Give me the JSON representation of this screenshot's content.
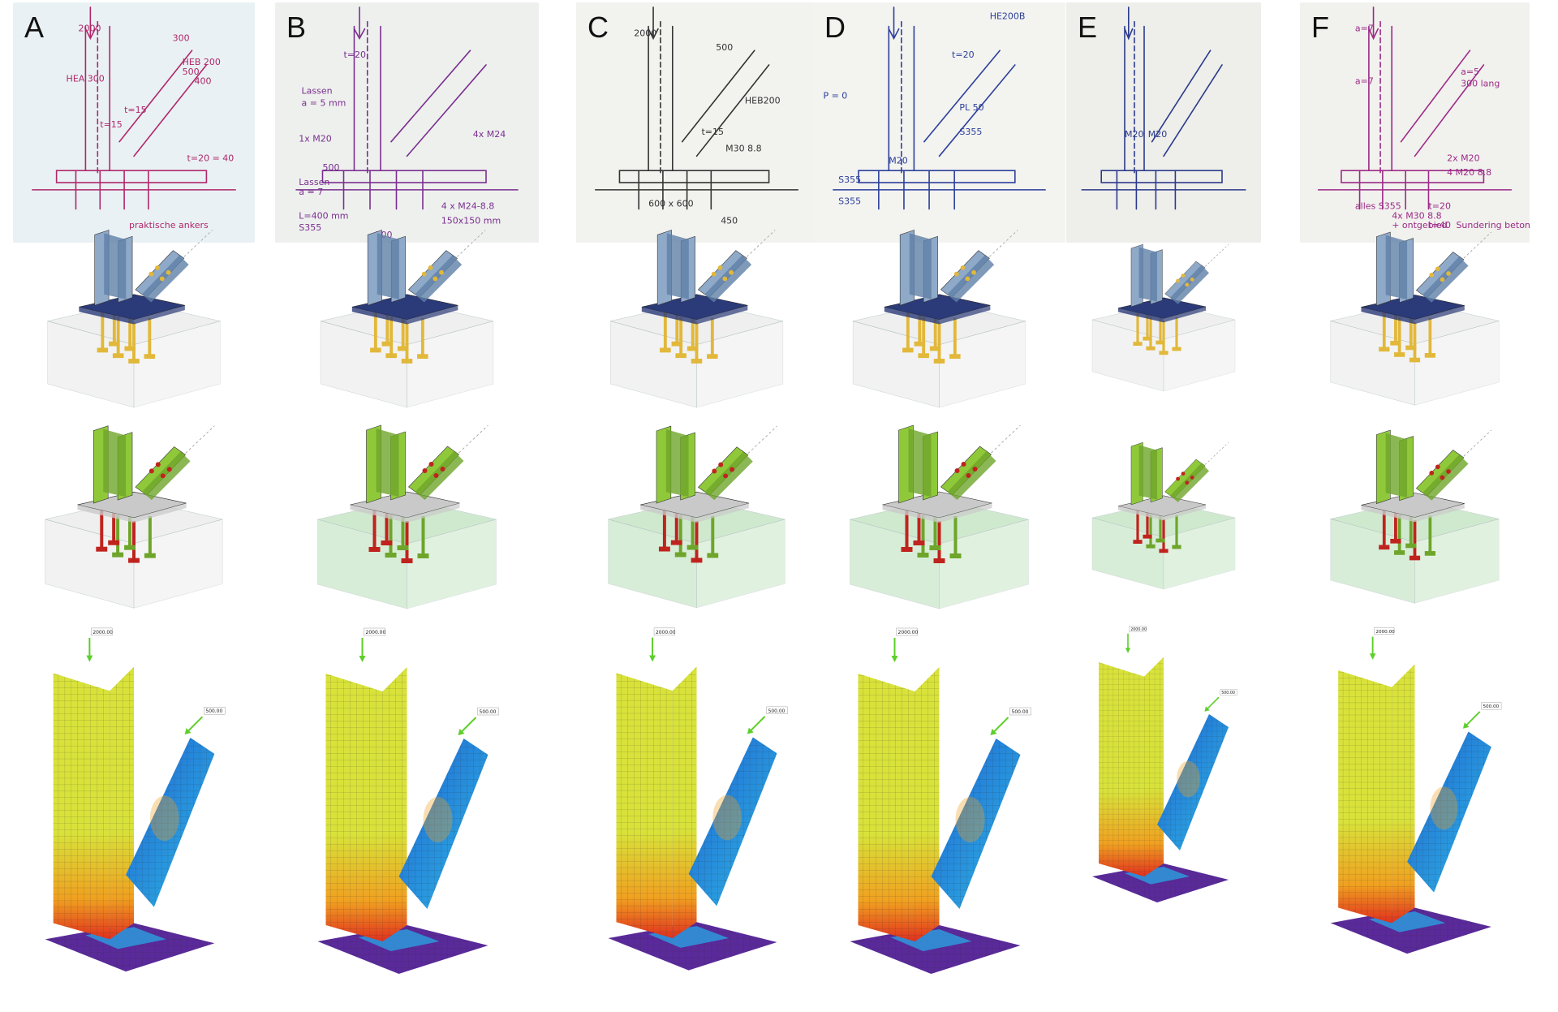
{
  "columns": [
    {
      "letter": "A",
      "sketch": {
        "paper": "#e9f1f4",
        "ink": "#b0276a",
        "notes": [
          "2000",
          "300",
          "HEA 300",
          "HEB 200",
          "500",
          "400",
          "t=15",
          "t=15",
          "t=20 = 40",
          "praktische ankers"
        ]
      },
      "fem": {
        "loads": [
          "2000.00",
          "500.00"
        ]
      }
    },
    {
      "letter": "B",
      "sketch": {
        "paper": "#eef0ee",
        "ink": "#7a2f8f",
        "notes": [
          "t=20",
          "Lassen",
          "a = 5 mm",
          "4x M24",
          "1x M20",
          "500",
          "Lassen",
          "a = 7",
          "L=400 mm",
          "S355",
          "4 x M24-8.8",
          "150x150 mm",
          "500"
        ]
      },
      "fem": {
        "loads": [
          "2000.00",
          "500.00"
        ]
      }
    },
    {
      "letter": "C",
      "sketch": {
        "paper": "#f2f2ef",
        "ink": "#333333",
        "notes": [
          "2000",
          "500",
          "HEB200",
          "t=15",
          "M30 8.8",
          "600 x 600",
          "450"
        ]
      },
      "fem": {
        "loads": [
          "2000.00",
          "500.00"
        ]
      }
    },
    {
      "letter": "D",
      "sketch": {
        "paper": "#f3f3f0",
        "ink": "#2c3f9a",
        "notes": [
          "P = 0",
          "HE200B",
          "t=20",
          "S355",
          "PL 50",
          "M20",
          "S355",
          "S355"
        ]
      },
      "fem": {
        "loads": [
          "2000.00",
          "500.00"
        ]
      }
    },
    {
      "letter": "E",
      "sketch": {
        "paper": "#eeeeea",
        "ink": "#2b3a8c",
        "notes": [
          "M20",
          "M20"
        ]
      },
      "fem": {
        "loads": [
          "2000.00",
          "500.00"
        ]
      }
    },
    {
      "letter": "F",
      "sketch": {
        "paper": "#f1f1ee",
        "ink": "#9c2a86",
        "notes": [
          "a=7",
          "a=7",
          "a=5",
          "300 lang",
          "2x M20",
          "4 M20 8.8",
          "t=20",
          "t=40",
          "alles S355",
          "4x M30 8.8",
          "+ ontgebied",
          "Sundering beton"
        ]
      },
      "fem": {
        "loads": [
          "2000.00",
          "500.00"
        ]
      }
    }
  ],
  "colors": {
    "render_blue": "#8fa9c9",
    "render_blue_dark": "#5f7fa8",
    "render_plate": "#2b3a78",
    "render_anchor": "#e2b83a",
    "render_block": "#e3e3e3",
    "check_green": "#8fc93a",
    "check_green_dark": "#6ea52a",
    "check_grey": "#c9c9c9",
    "check_block_green": "#a8d8a8",
    "check_anchor_red": "#c0231e",
    "fem_yellow": "#d8e23a",
    "fem_orange": "#f0a020",
    "fem_red": "#e0301e",
    "fem_blue": "#1e5fd0",
    "fem_purple": "#5a2a9a",
    "load_arrow": "#5ccf2a"
  }
}
